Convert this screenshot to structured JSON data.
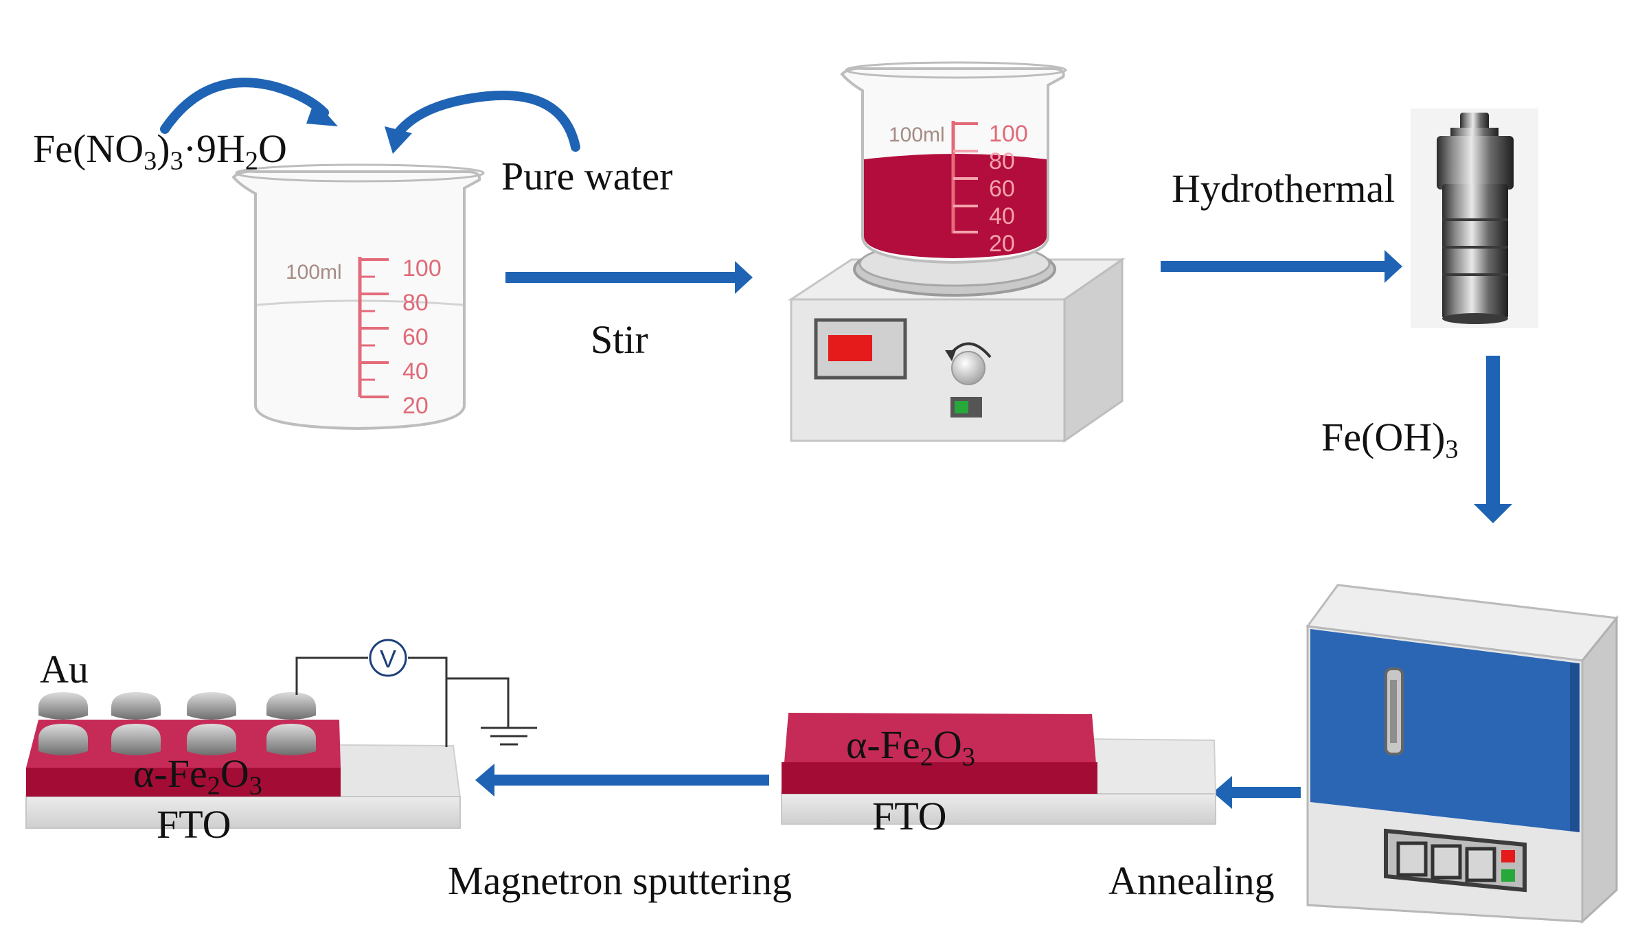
{
  "labels": {
    "precursor": {
      "base": "Fe(NO",
      "sub1": "3",
      "mid": ")",
      "sub2": "3",
      "dot": "·9H",
      "sub3": "2",
      "end": "O"
    },
    "pure_water": "Pure water",
    "stir": "Stir",
    "hydrothermal": "Hydrothermal",
    "feoh3": {
      "base": "Fe(OH)",
      "sub": "3"
    },
    "annealing": "Annealing",
    "magnetron": "Magnetron sputtering",
    "fto": "FTO",
    "au": "Au",
    "fe2o3": {
      "pre": "α-Fe",
      "sub1": "2",
      "mid": "O",
      "sub2": "3"
    },
    "voltmeter": "V"
  },
  "beaker": {
    "volume_label": "100ml",
    "scale": [
      "100",
      "80",
      "60",
      "40",
      "20"
    ]
  },
  "colors": {
    "arrow": "#1f64b4",
    "solution": "#b20d3c",
    "film_top": "#c62b57",
    "film_side": "#a30d35",
    "furnace": "#2a66b4"
  }
}
